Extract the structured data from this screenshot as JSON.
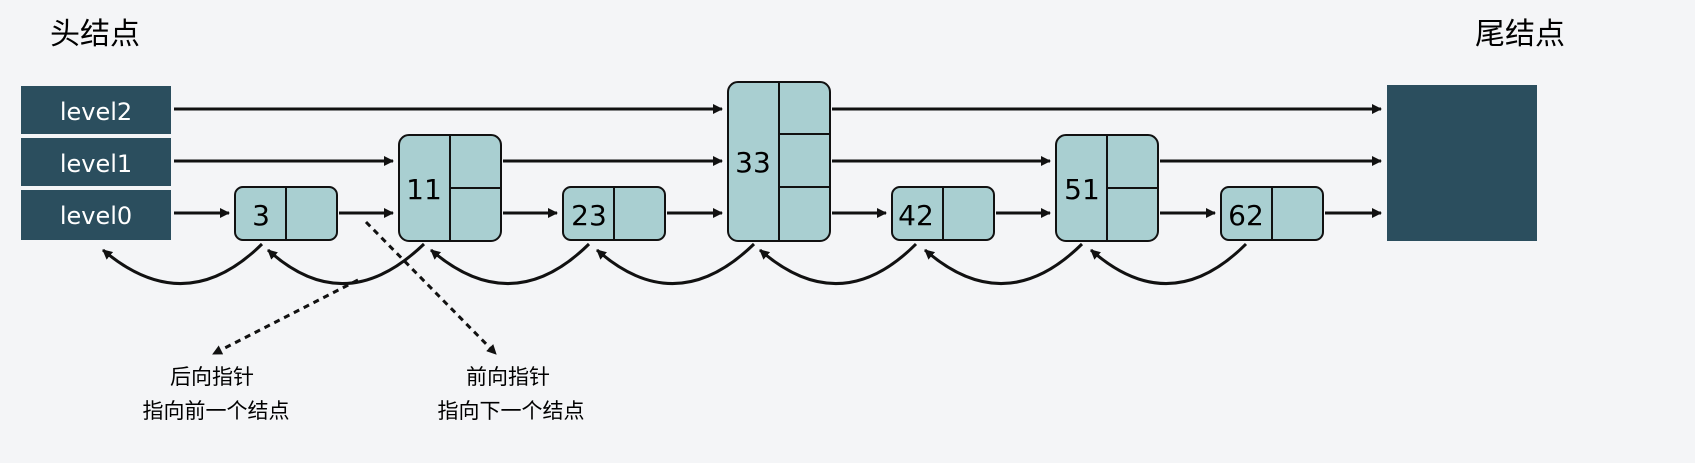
{
  "labels": {
    "head": "头结点",
    "tail": "尾结点"
  },
  "head_levels": [
    "level2",
    "level1",
    "level0"
  ],
  "nodes": [
    {
      "value": "3",
      "levels": 1
    },
    {
      "value": "11",
      "levels": 2
    },
    {
      "value": "23",
      "levels": 1
    },
    {
      "value": "33",
      "levels": 3
    },
    {
      "value": "42",
      "levels": 1
    },
    {
      "value": "51",
      "levels": 2
    },
    {
      "value": "62",
      "levels": 1
    }
  ],
  "annotations": {
    "backward": {
      "line1": "后向指针",
      "line2": "指向前一个结点"
    },
    "forward": {
      "line1": "前向指针",
      "line2": "指向下一个结点"
    }
  },
  "colors": {
    "header_fill": "#2b4e5e",
    "node_fill": "#a9cfd1",
    "stroke": "#111111",
    "background": "#f4f5f7"
  }
}
